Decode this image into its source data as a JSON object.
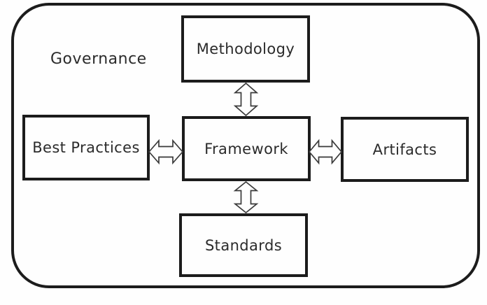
{
  "diagram": {
    "type": "block-diagram",
    "container": {
      "label": "Governance",
      "shape": "rounded-rectangle"
    },
    "nodes": [
      {
        "id": "methodology",
        "label": "Methodology",
        "position": "top"
      },
      {
        "id": "best-practices",
        "label": "Best Practices",
        "position": "left"
      },
      {
        "id": "framework",
        "label": "Framework",
        "position": "center"
      },
      {
        "id": "artifacts",
        "label": "Artifacts",
        "position": "right"
      },
      {
        "id": "standards",
        "label": "Standards",
        "position": "bottom"
      }
    ],
    "edges": [
      {
        "from": "framework",
        "to": "methodology",
        "style": "hollow-double-arrow",
        "direction": "bidirectional"
      },
      {
        "from": "framework",
        "to": "best-practices",
        "style": "hollow-double-arrow",
        "direction": "bidirectional"
      },
      {
        "from": "framework",
        "to": "artifacts",
        "style": "hollow-double-arrow",
        "direction": "bidirectional"
      },
      {
        "from": "framework",
        "to": "standards",
        "style": "hollow-double-arrow",
        "direction": "bidirectional"
      }
    ],
    "colors": {
      "background": "#fefefe",
      "border": "#1c1c1c",
      "text": "#2b2b2b",
      "arrow_outline": "#3a3a3a",
      "arrow_fill": "#fefefe"
    }
  }
}
